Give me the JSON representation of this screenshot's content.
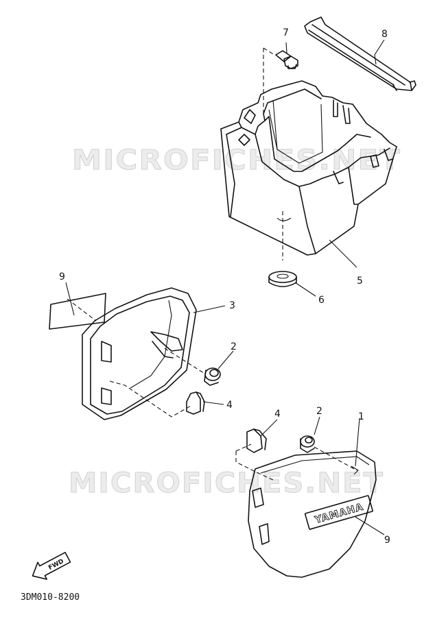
{
  "watermark": "MICROFICHES.NET",
  "diagram_code": "3DM010-8200",
  "fwd_label": "FWD",
  "emblem_text": "YAMAHA",
  "callouts": [
    {
      "id": "c7",
      "label": "7",
      "part": "bolt"
    },
    {
      "id": "c8",
      "label": "8",
      "part": "battery band"
    },
    {
      "id": "c5",
      "label": "5",
      "part": "battery box"
    },
    {
      "id": "c6",
      "label": "6",
      "part": "damper"
    },
    {
      "id": "c9a",
      "label": "9",
      "part": "emblem"
    },
    {
      "id": "c3",
      "label": "3",
      "part": "side cover"
    },
    {
      "id": "c2a",
      "label": "2",
      "part": "grommet"
    },
    {
      "id": "c4a",
      "label": "4",
      "part": "clip"
    },
    {
      "id": "c4b",
      "label": "4",
      "part": "clip"
    },
    {
      "id": "c2b",
      "label": "2",
      "part": "grommet"
    },
    {
      "id": "c1",
      "label": "1",
      "part": "side cover"
    },
    {
      "id": "c9b",
      "label": "9",
      "part": "emblem"
    }
  ]
}
